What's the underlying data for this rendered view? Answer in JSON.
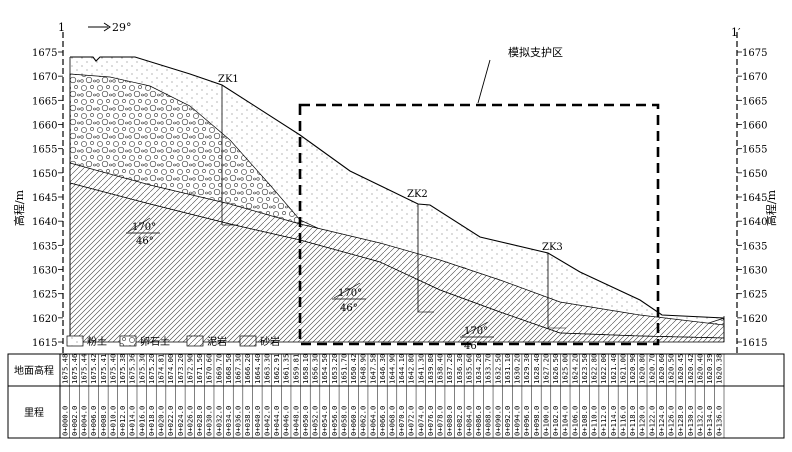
{
  "section": {
    "left_id": "1",
    "right_id": "1′",
    "direction": "29°",
    "zone_label": "模拟支护区",
    "y_axis_label": "高程/m",
    "elevation_ticks": [
      1675,
      1670,
      1665,
      1660,
      1655,
      1650,
      1645,
      1640,
      1635,
      1630,
      1625,
      1620,
      1615
    ],
    "boreholes": [
      {
        "id": "ZK1",
        "station": 34.0
      },
      {
        "id": "ZK2",
        "station": 79.0
      },
      {
        "id": "ZK3",
        "station": 105.0
      }
    ],
    "dips": [
      {
        "strike": "170°",
        "dip": "46°"
      },
      {
        "strike": "170°",
        "dip": "46°"
      },
      {
        "strike": "170°",
        "dip": "46°"
      }
    ]
  },
  "legend": [
    {
      "key": "silt",
      "label": "粉土"
    },
    {
      "key": "cobble",
      "label": "卵石土"
    },
    {
      "key": "mudstone",
      "label": "泥岩"
    },
    {
      "key": "sandstone",
      "label": "砂岩"
    }
  ],
  "table": {
    "row1_label": "地面高程",
    "row2_label": "里程",
    "stations": [
      "0+000.0",
      "0+002.0",
      "0+004.0",
      "0+006.0",
      "0+008.0",
      "0+010.0",
      "0+012.0",
      "0+014.0",
      "0+016.0",
      "0+018.0",
      "0+020.0",
      "0+022.0",
      "0+024.0",
      "0+026.0",
      "0+028.0",
      "0+030.0",
      "0+032.0",
      "0+034.0",
      "0+036.0",
      "0+038.0",
      "0+040.0",
      "0+042.0",
      "0+044.0",
      "0+046.0",
      "0+048.0",
      "0+050.0",
      "0+052.0",
      "0+054.0",
      "0+056.0",
      "0+058.0",
      "0+060.0",
      "0+062.0",
      "0+064.0",
      "0+066.0",
      "0+068.0",
      "0+070.0",
      "0+072.0",
      "0+074.0",
      "0+076.0",
      "0+078.0",
      "0+080.0",
      "0+082.0",
      "0+084.0",
      "0+086.0",
      "0+088.0",
      "0+090.0",
      "0+092.0",
      "0+094.0",
      "0+096.0",
      "0+098.0",
      "0+100.0",
      "0+102.0",
      "0+104.0",
      "0+106.0",
      "0+108.0",
      "0+110.0",
      "0+112.0",
      "0+114.0",
      "0+116.0",
      "0+118.0",
      "0+120.0",
      "0+122.0",
      "0+124.0",
      "0+126.0",
      "0+128.0",
      "0+130.0",
      "0+132.0",
      "0+134.0",
      "0+136.0"
    ],
    "elevations": [
      "1675.48",
      "1675.46",
      "1675.44",
      "1675.42",
      "1675.41",
      "1675.40",
      "1675.38",
      "1675.36",
      "1675.30",
      "1675.20",
      "1674.81",
      "1674.00",
      "1673.20",
      "1672.90",
      "1671.50",
      "1670.60",
      "1669.70",
      "1668.50",
      "1667.30",
      "1666.20",
      "1664.40",
      "1663.30",
      "1662.91",
      "1661.35",
      "1659.81",
      "1658.10",
      "1656.30",
      "1654.50",
      "1653.20",
      "1651.70",
      "1650.42",
      "1648.90",
      "1647.58",
      "1646.30",
      "1644.90",
      "1644.10",
      "1642.80",
      "1641.30",
      "1639.80",
      "1638.40",
      "1637.20",
      "1636.30",
      "1635.60",
      "1634.20",
      "1633.70",
      "1632.50",
      "1631.10",
      "1630.20",
      "1629.30",
      "1628.40",
      "1627.20",
      "1626.50",
      "1625.00",
      "1624.20",
      "1623.50",
      "1622.80",
      "1622.00",
      "1621.40",
      "1621.00",
      "1620.90",
      "1620.80",
      "1620.70",
      "1620.60",
      "1620.50",
      "1620.45",
      "1620.42",
      "1620.40",
      "1620.39",
      "1620.38"
    ]
  }
}
